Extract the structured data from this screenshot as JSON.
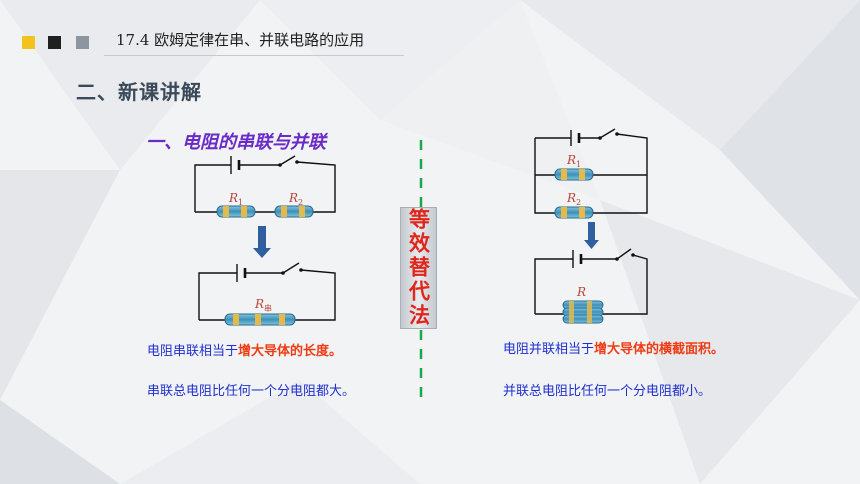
{
  "header": {
    "title": "17.4 欧姆定律在串、并联电路的应用",
    "square_colors": [
      "#f4c21c",
      "#202020",
      "#8c96a0"
    ]
  },
  "section": {
    "title": "二、新课讲解"
  },
  "subsection": {
    "title": "一、电阻的串联与并联"
  },
  "equivalent_label": "等效替代法",
  "left": {
    "line1_prefix": "电阻串联相当于",
    "line1_highlight": "增大导体的长度。",
    "line2": "串联总电阻比任何一个分电阻都大。",
    "r1": "R",
    "r1_sub": "1",
    "r2": "R",
    "r2_sub": "2",
    "r_total": "R",
    "r_total_sub": "串"
  },
  "right": {
    "line1_prefix": "电阻并联相当于",
    "line1_highlight": "增大导体的横截面积。",
    "line2": "并联总电阻比任何一个分电阻都小。",
    "r1": "R",
    "r1_sub": "1",
    "r2": "R",
    "r2_sub": "2",
    "r_total": "R"
  },
  "colors": {
    "accent_purple": "#6a2bc7",
    "highlight_red": "#f03c14",
    "text_blue": "#1f2fd0",
    "dashed_green": "#1aa94a",
    "arrow_blue": "#2f5f9e"
  }
}
